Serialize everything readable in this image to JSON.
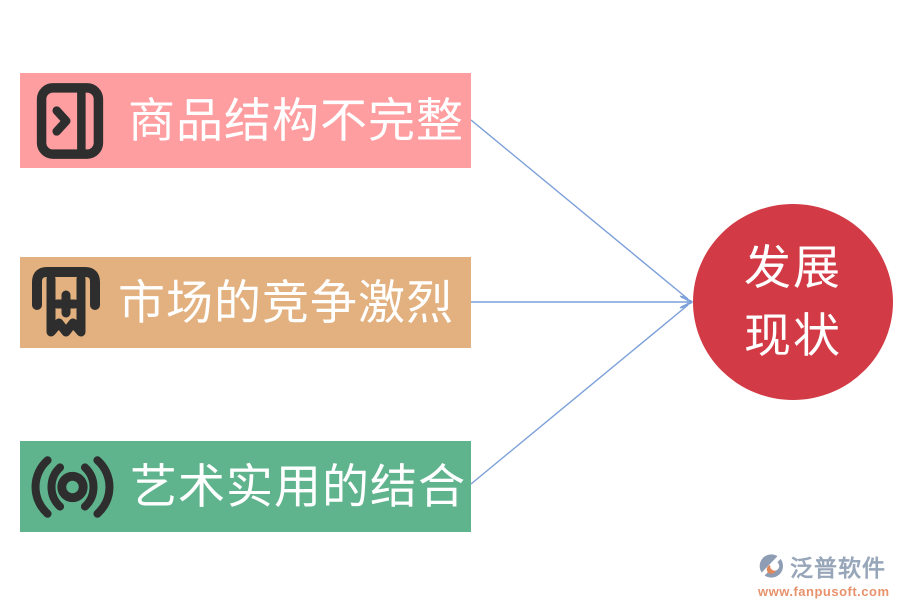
{
  "diagram": {
    "items": [
      {
        "label": "商品结构不完整",
        "icon": "door-panel-arrow-icon",
        "color": "#ff9ea0"
      },
      {
        "label": "市场的竞争激烈",
        "icon": "receipt-dispenser-icon",
        "color": "#e2b17f"
      },
      {
        "label": "艺术实用的结合",
        "icon": "broadcast-signal-icon",
        "color": "#5fb48e"
      }
    ],
    "center_node": {
      "label_line1": "发展",
      "label_line2": "现状",
      "color": "#d23b45"
    }
  },
  "watermark": {
    "brand": "泛普软件",
    "url": "www.fanpusoft.com"
  },
  "colors": {
    "bar1": "#ff9ea0",
    "bar2": "#e2b17f",
    "bar3": "#5fb48e",
    "circle": "#d23b45",
    "icon": "#2e2e2e",
    "connector": "#7b9fd9",
    "brand_text": "#98a6ba",
    "brand_url": "#e8926c",
    "brand_mark": "#8e9db4",
    "brand_accent": "#e0875c"
  }
}
